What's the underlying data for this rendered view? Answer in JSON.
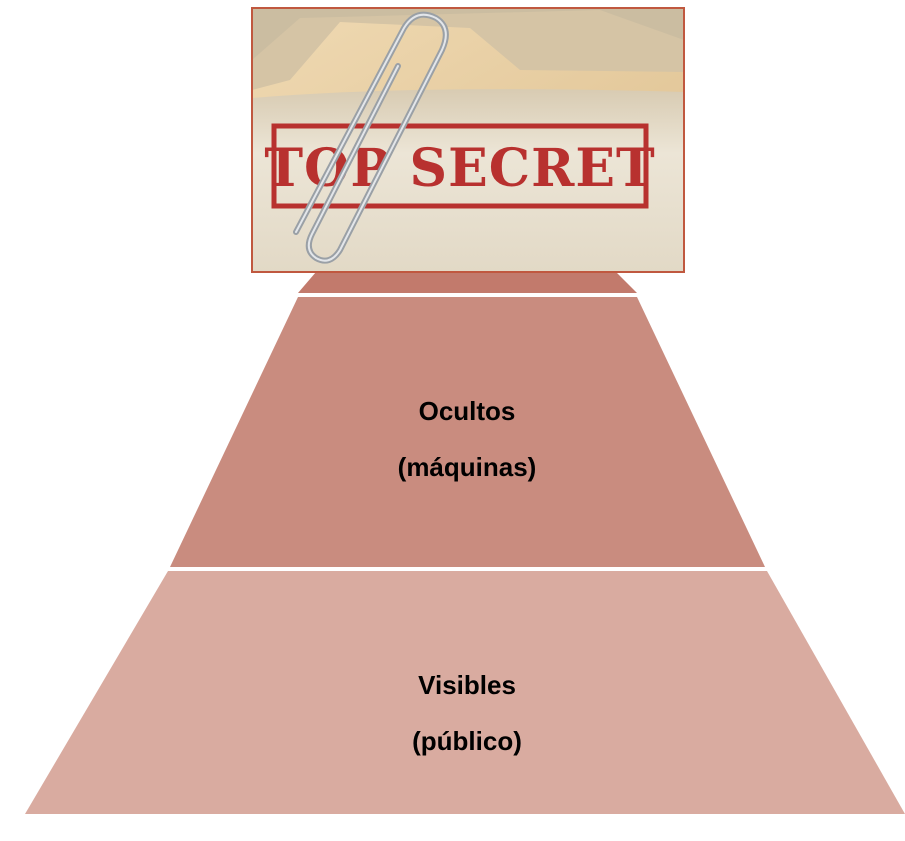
{
  "colors": {
    "top_tier": "#c27a6c",
    "middle_tier": "#c98c7f",
    "bottom_tier": "#d9aba0",
    "separator": "#ffffff",
    "image_border": "#c0583f",
    "stamp_red": "#b8312f",
    "paper": "#e9e2d2",
    "folder_tab": "#e7cfa4",
    "paperclip": "#9aa0a6"
  },
  "top_image": {
    "icon": "top-secret-folder-icon",
    "stamp_text": "TOP SECRET"
  },
  "tiers": {
    "middle": {
      "line1": "Ocultos",
      "line2": "(máquinas)"
    },
    "bottom": {
      "line1": "Visibles",
      "line2": "(público)"
    }
  }
}
